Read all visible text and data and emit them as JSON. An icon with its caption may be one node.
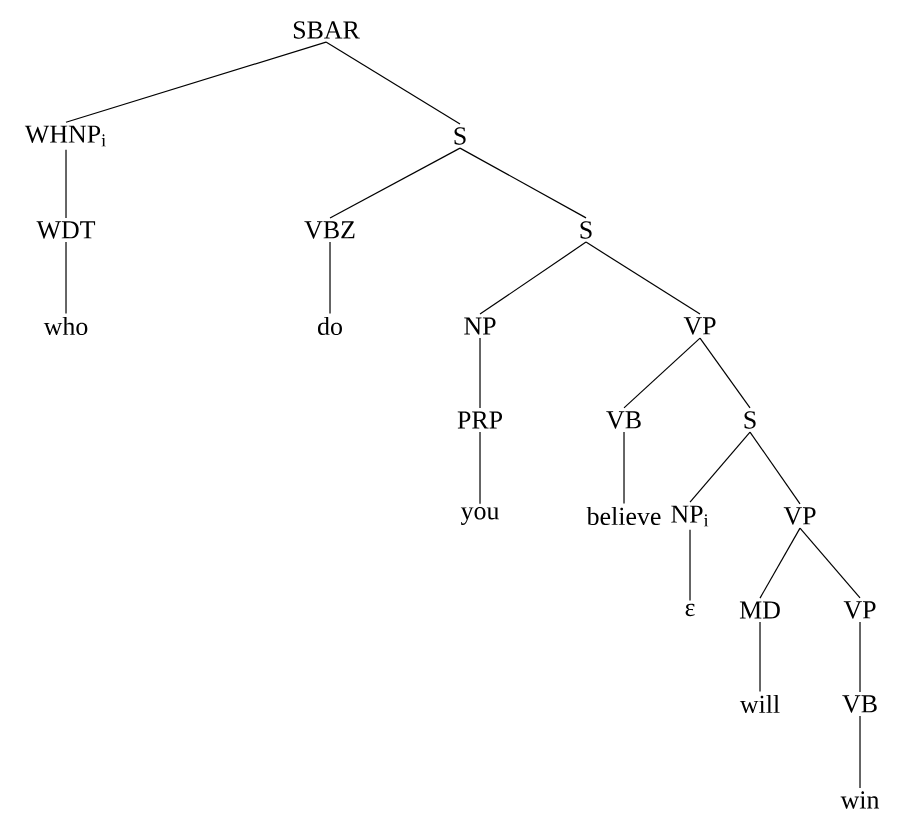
{
  "diagram": {
    "nodes": [
      {
        "text": [
          "SBAR"
        ]
      },
      {
        "text": [
          "WHNP$_{i}$"
        ]
      },
      {
        "text": [
          "S"
        ]
      },
      {
        "text": [
          "WDT"
        ]
      },
      {
        "text": [
          "who"
        ]
      },
      {
        "text": [
          "VBZ"
        ]
      },
      {
        "text": [
          "S"
        ]
      },
      {
        "text": [
          "do"
        ]
      },
      {
        "text": [
          "NP"
        ]
      },
      {
        "text": [
          "VP"
        ]
      },
      {
        "text": [
          "PRP"
        ]
      },
      {
        "text": [
          "you"
        ]
      },
      {
        "text": [
          "VB"
        ]
      },
      {
        "text": [
          "S"
        ]
      },
      {
        "text": [
          "believe"
        ]
      },
      {
        "text": [
          "NP$_{i}$"
        ]
      },
      {
        "text": [
          "VP"
        ]
      },
      {
        "text": [
          "ε"
        ]
      },
      {
        "text": [
          "MD"
        ]
      },
      {
        "text": [
          "VP"
        ]
      },
      {
        "text": [
          "will"
        ]
      },
      {
        "text": [
          "VB"
        ]
      },
      {
        "text": [
          "win"
        ]
      }
    ],
    "edges": [
      {
        "from": 0,
        "to": 1,
        "arrow": "none"
      },
      {
        "from": 0,
        "to": 2,
        "arrow": "none"
      },
      {
        "from": 1,
        "to": 3,
        "arrow": "none"
      },
      {
        "from": 3,
        "to": 4,
        "arrow": "none"
      },
      {
        "from": 2,
        "to": 5,
        "arrow": "none"
      },
      {
        "from": 2,
        "to": 6,
        "arrow": "none"
      },
      {
        "from": 5,
        "to": 7,
        "arrow": "none"
      },
      {
        "from": 6,
        "to": 8,
        "arrow": "none"
      },
      {
        "from": 6,
        "to": 9,
        "arrow": "none"
      },
      {
        "from": 8,
        "to": 10,
        "arrow": "none"
      },
      {
        "from": 10,
        "to": 11,
        "arrow": "none"
      },
      {
        "from": 9,
        "to": 12,
        "arrow": "none"
      },
      {
        "from": 9,
        "to": 13,
        "arrow": "none"
      },
      {
        "from": 12,
        "to": 14,
        "arrow": "none"
      },
      {
        "from": 13,
        "to": 15,
        "arrow": "none"
      },
      {
        "from": 13,
        "to": 16,
        "arrow": "none"
      },
      {
        "from": 15,
        "to": 17,
        "arrow": "none"
      },
      {
        "from": 16,
        "to": 18,
        "arrow": "none"
      },
      {
        "from": 16,
        "to": 19,
        "arrow": "none"
      },
      {
        "from": 18,
        "to": 20,
        "arrow": "none"
      },
      {
        "from": 19,
        "to": 21,
        "arrow": "none"
      },
      {
        "from": 21,
        "to": 22,
        "arrow": "none"
      }
    ]
  }
}
